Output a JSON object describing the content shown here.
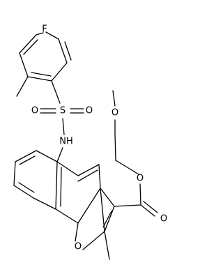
{
  "molecule": {
    "atoms": {
      "F": "F",
      "S": "S",
      "O_sulfonyl_left": "O",
      "O_sulfonyl_right": "O",
      "NH": "NH",
      "O_ether": "O",
      "O_ester_single": "O",
      "O_carbonyl": "O",
      "O_furan": "O"
    }
  }
}
